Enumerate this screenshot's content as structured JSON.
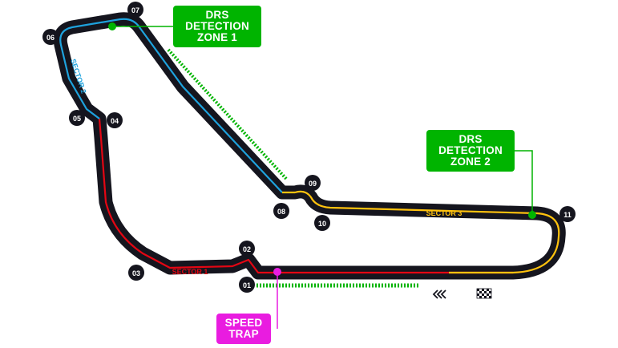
{
  "circuit": {
    "corners": [
      "01",
      "02",
      "03",
      "04",
      "05",
      "06",
      "07",
      "08",
      "09",
      "10",
      "11"
    ],
    "sectors": [
      {
        "label": "SECTOR 1",
        "color": "#e30613"
      },
      {
        "label": "SECTOR 2",
        "color": "#1ea2dd"
      },
      {
        "label": "SECTOR 3",
        "color": "#ffc20e"
      }
    ],
    "track_color": "#15151e",
    "drs_zone_color": "#00b400",
    "speed_trap_color": "#e91ce0"
  },
  "drs_zone_1": {
    "line1": "DRS",
    "line2": "DETECTION",
    "line3": "ZONE 1"
  },
  "drs_zone_2": {
    "line1": "DRS",
    "line2": "DETECTION",
    "line3": "ZONE 2"
  },
  "speed_trap": {
    "line1": "SPEED",
    "line2": "TRAP"
  },
  "icons": {
    "direction": "direction-chevrons-icon",
    "start_finish": "checkered-flag-icon"
  }
}
